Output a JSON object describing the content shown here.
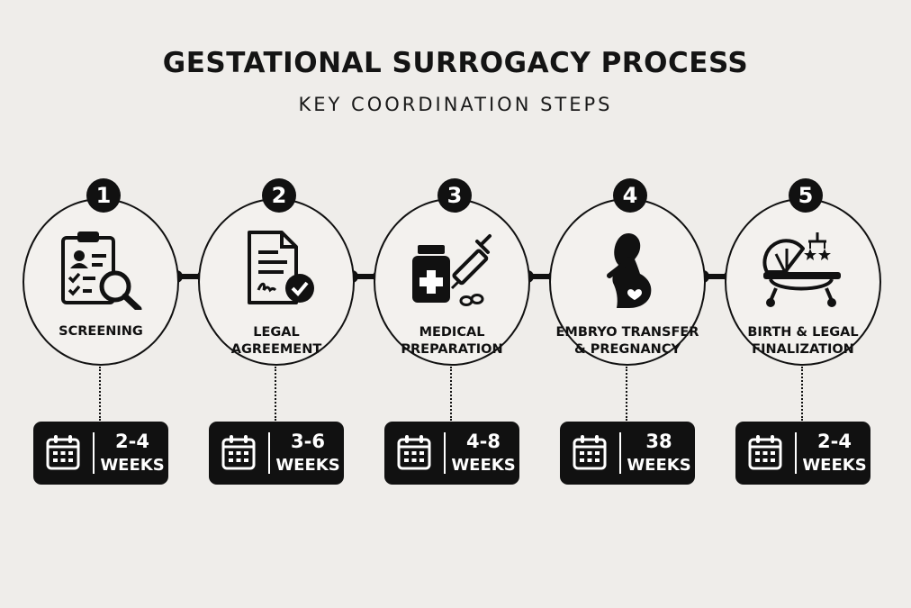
{
  "title": "GESTATIONAL SURROGACY PROCESS",
  "subtitle": "KEY COORDINATION STEPS",
  "steps": [
    {
      "number": "1",
      "label_line1": "SCREENING",
      "label_line2": "",
      "icon": "clipboard-search-icon",
      "duration_value": "2-4",
      "duration_unit": "WEEKS"
    },
    {
      "number": "2",
      "label_line1": "LEGAL",
      "label_line2": "AGREEMENT",
      "icon": "signed-document-icon",
      "duration_value": "3-6",
      "duration_unit": "WEEKS"
    },
    {
      "number": "3",
      "label_line1": "MEDICAL",
      "label_line2": "PREPARATION",
      "icon": "medicine-syringe-icon",
      "duration_value": "4-8",
      "duration_unit": "WEEKS"
    },
    {
      "number": "4",
      "label_line1": "EMBRYO TRANSFER",
      "label_line2": "& PREGNANCY",
      "icon": "pregnant-woman-icon",
      "duration_value": "38",
      "duration_unit": "WEEKS"
    },
    {
      "number": "5",
      "label_line1": "BIRTH & LEGAL",
      "label_line2": "FINALIZATION",
      "icon": "baby-carriage-icon",
      "duration_value": "2-4",
      "duration_unit": "WEEKS"
    }
  ],
  "calendar_icon": "calendar-icon",
  "colors": {
    "background": "#efedea",
    "ink": "#111111",
    "pill_text": "#ffffff"
  }
}
